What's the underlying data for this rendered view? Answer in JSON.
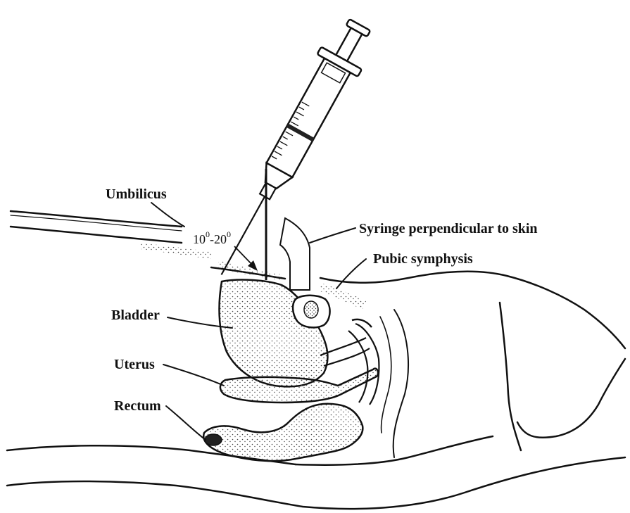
{
  "labels": {
    "umbilicus": "Umbilicus",
    "syringe": "Syringe perpendicular to skin",
    "pubic_symphysis": "Pubic symphysis",
    "bladder": "Bladder",
    "uterus": "Uterus",
    "rectum": "Rectum"
  },
  "angle": {
    "from": "10",
    "to": "20",
    "degree_mark": "0",
    "dash": "-"
  },
  "colors": {
    "ink": "#111111",
    "fill": "#ffffff",
    "stipple": "#444444"
  }
}
